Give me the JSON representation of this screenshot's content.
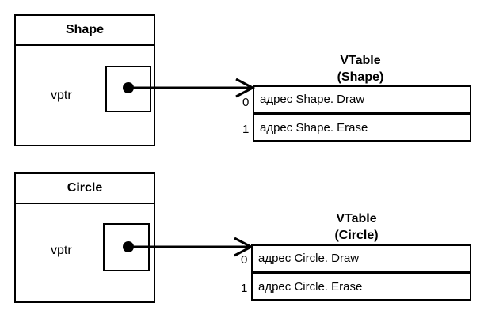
{
  "diagrams": [
    {
      "object_title": "Shape",
      "field_label": "vptr",
      "vtable_title_line1": "VTable",
      "vtable_title_line2": "(Shape)",
      "entries": [
        {
          "index": "0",
          "text": "адрес Shape. Draw"
        },
        {
          "index": "1",
          "text": "адрес Shape. Erase"
        }
      ]
    },
    {
      "object_title": "Circle",
      "field_label": "vptr",
      "vtable_title_line1": "VTable",
      "vtable_title_line2": "(Circle)",
      "entries": [
        {
          "index": "0",
          "text": "адрес Circle. Draw"
        },
        {
          "index": "1",
          "text": "адрес Circle. Erase"
        }
      ]
    }
  ]
}
